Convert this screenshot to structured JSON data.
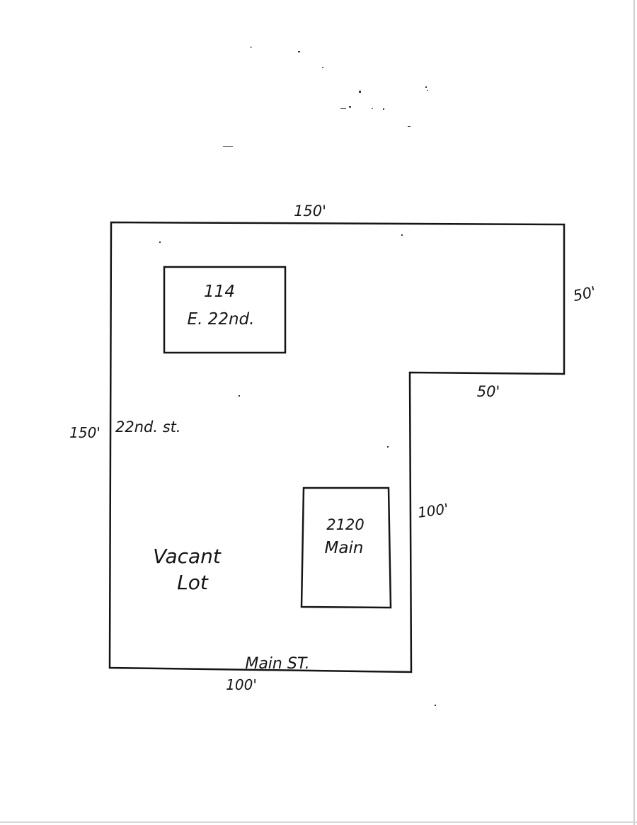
{
  "plot": {
    "labels": {
      "top_dimension": "150'",
      "right_upper_dimension": "50'",
      "notch_dimension": "50'",
      "left_dimension": "150'",
      "street_22nd": "22nd. st.",
      "right_lower_dimension": "100'",
      "bottom_street": "Main ST.",
      "bottom_dimension": "100'"
    },
    "buildings": [
      {
        "line1": "114",
        "line2": "E. 22nd."
      },
      {
        "line1": "2120",
        "line2": "Main"
      }
    ],
    "vacant_lot": {
      "line1": "Vacant",
      "line2": "Lot"
    }
  },
  "colors": {
    "ink": "#151515",
    "paper": "#ffffff",
    "edge": "#c8c8c8"
  }
}
